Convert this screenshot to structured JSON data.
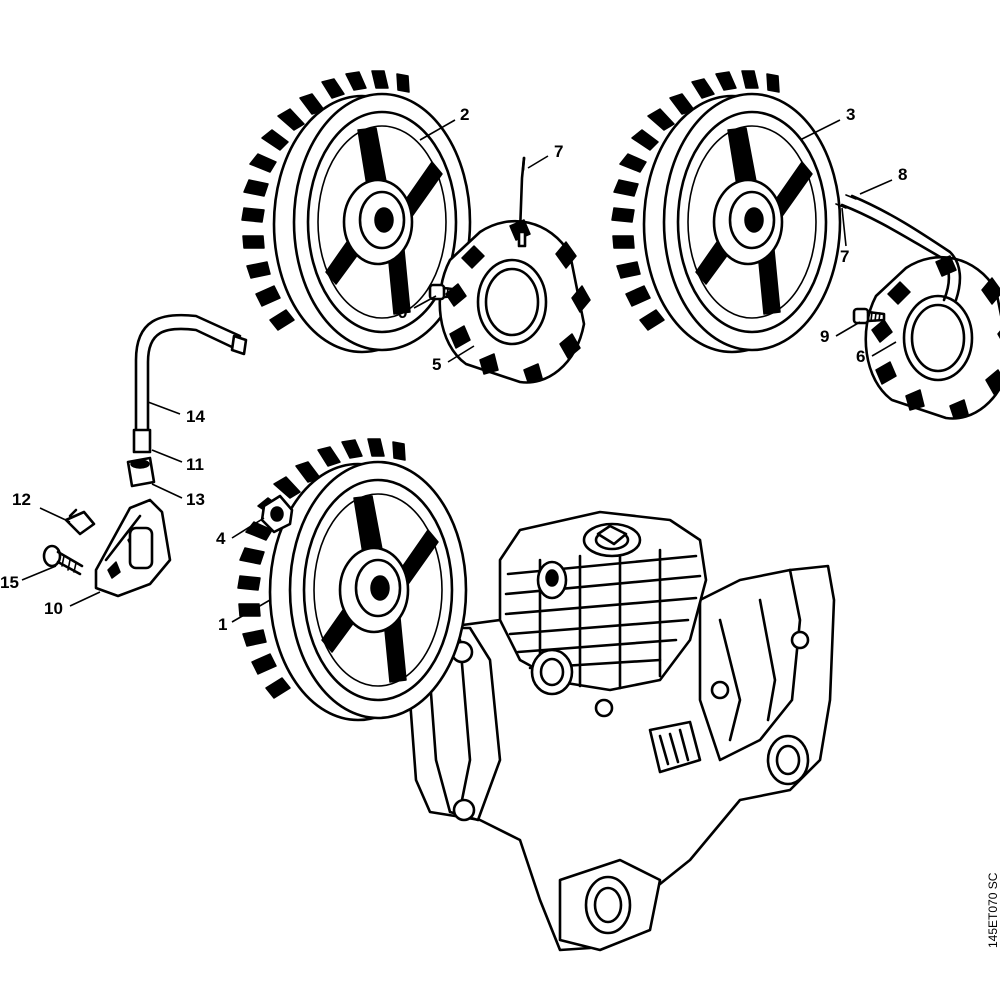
{
  "diagram": {
    "reference_code": "145ET070 SC",
    "callouts": {
      "c1": "1",
      "c2": "2",
      "c3": "3",
      "c4": "4",
      "c5": "5",
      "c6": "6",
      "c7a": "7",
      "c7b": "7",
      "c8": "8",
      "c9a": "9",
      "c9b": "9",
      "c10": "10",
      "c11": "11",
      "c12": "12",
      "c13": "13",
      "c14": "14",
      "c15": "15"
    }
  }
}
